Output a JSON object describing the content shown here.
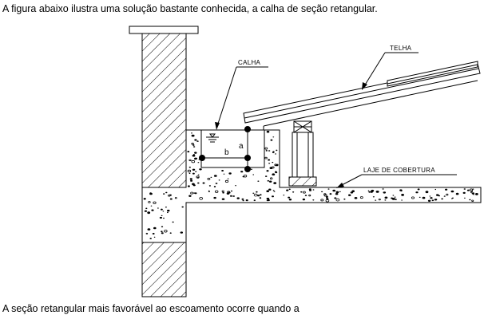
{
  "text": {
    "intro": "A figura abaixo ilustra uma solução bastante conhecida, a calha de seção retangular.",
    "question": "A seção retangular mais favorável ao escoamento ocorre quando a"
  },
  "labels": {
    "calha": "CALHA",
    "telha": "TELHA",
    "laje": "LAJE DE COBERTURA",
    "dim_a": "a",
    "dim_b": "b"
  }
}
